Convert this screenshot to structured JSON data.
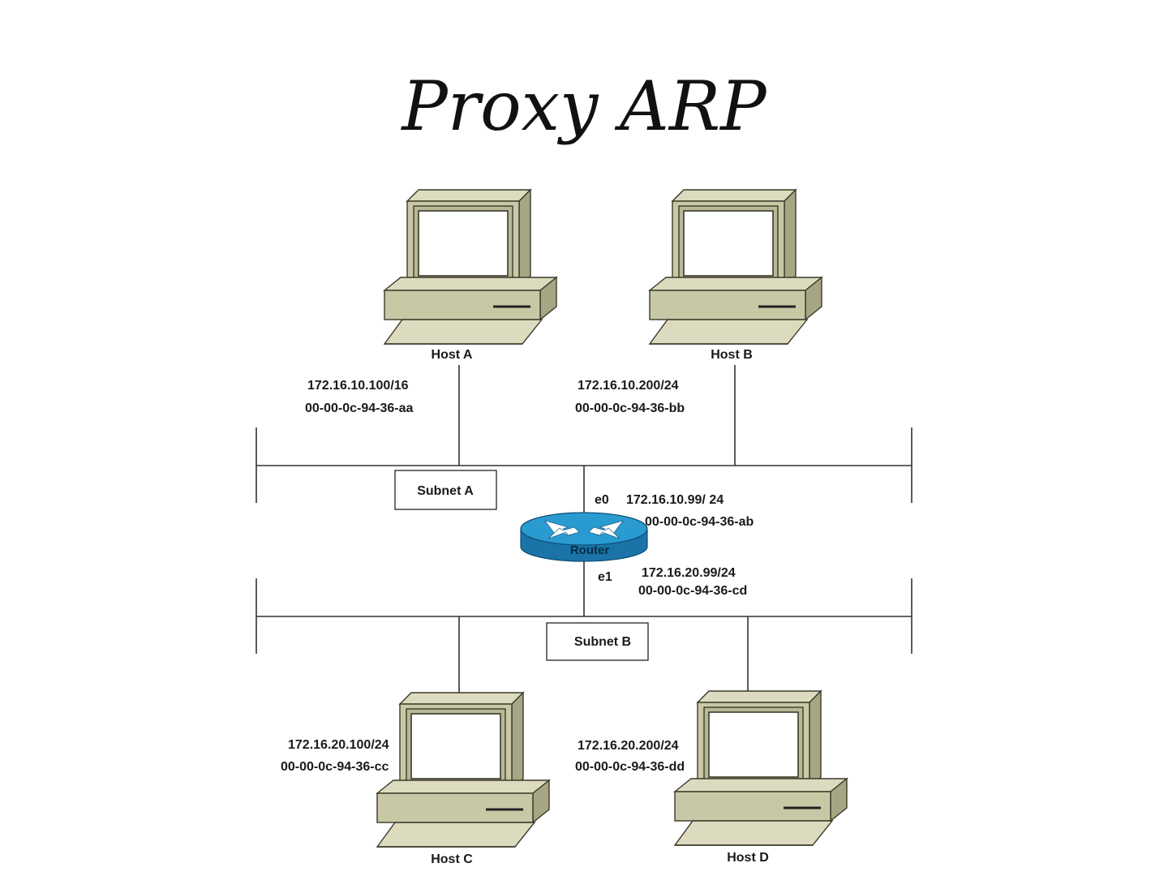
{
  "slide": {
    "title": "Proxy ARP"
  },
  "hosts": {
    "a": {
      "name": "Host A",
      "ip": "172.16.10.100/16",
      "mac": "00-00-0c-94-36-aa"
    },
    "b": {
      "name": "Host B",
      "ip": "172.16.10.200/24",
      "mac": "00-00-0c-94-36-bb"
    },
    "c": {
      "name": "Host C",
      "ip": "172.16.20.100/24",
      "mac": "00-00-0c-94-36-cc"
    },
    "d": {
      "name": "Host D",
      "ip": "172.16.20.200/24",
      "mac": "00-00-0c-94-36-dd"
    }
  },
  "subnets": {
    "a": "Subnet A",
    "b": "Subnet B"
  },
  "router": {
    "name": "Router",
    "e0": {
      "iface": "e0",
      "ip": "172.16.10.99/ 24",
      "mac": "00-00-0c-94-36-ab"
    },
    "e1": {
      "iface": "e1",
      "ip": "172.16.20.99/24",
      "mac": "00-00-0c-94-36-cd"
    }
  },
  "colors": {
    "router_body": "#2a9bd0",
    "router_side": "#1a74a8",
    "pc_beige": "#c9c8a6"
  }
}
